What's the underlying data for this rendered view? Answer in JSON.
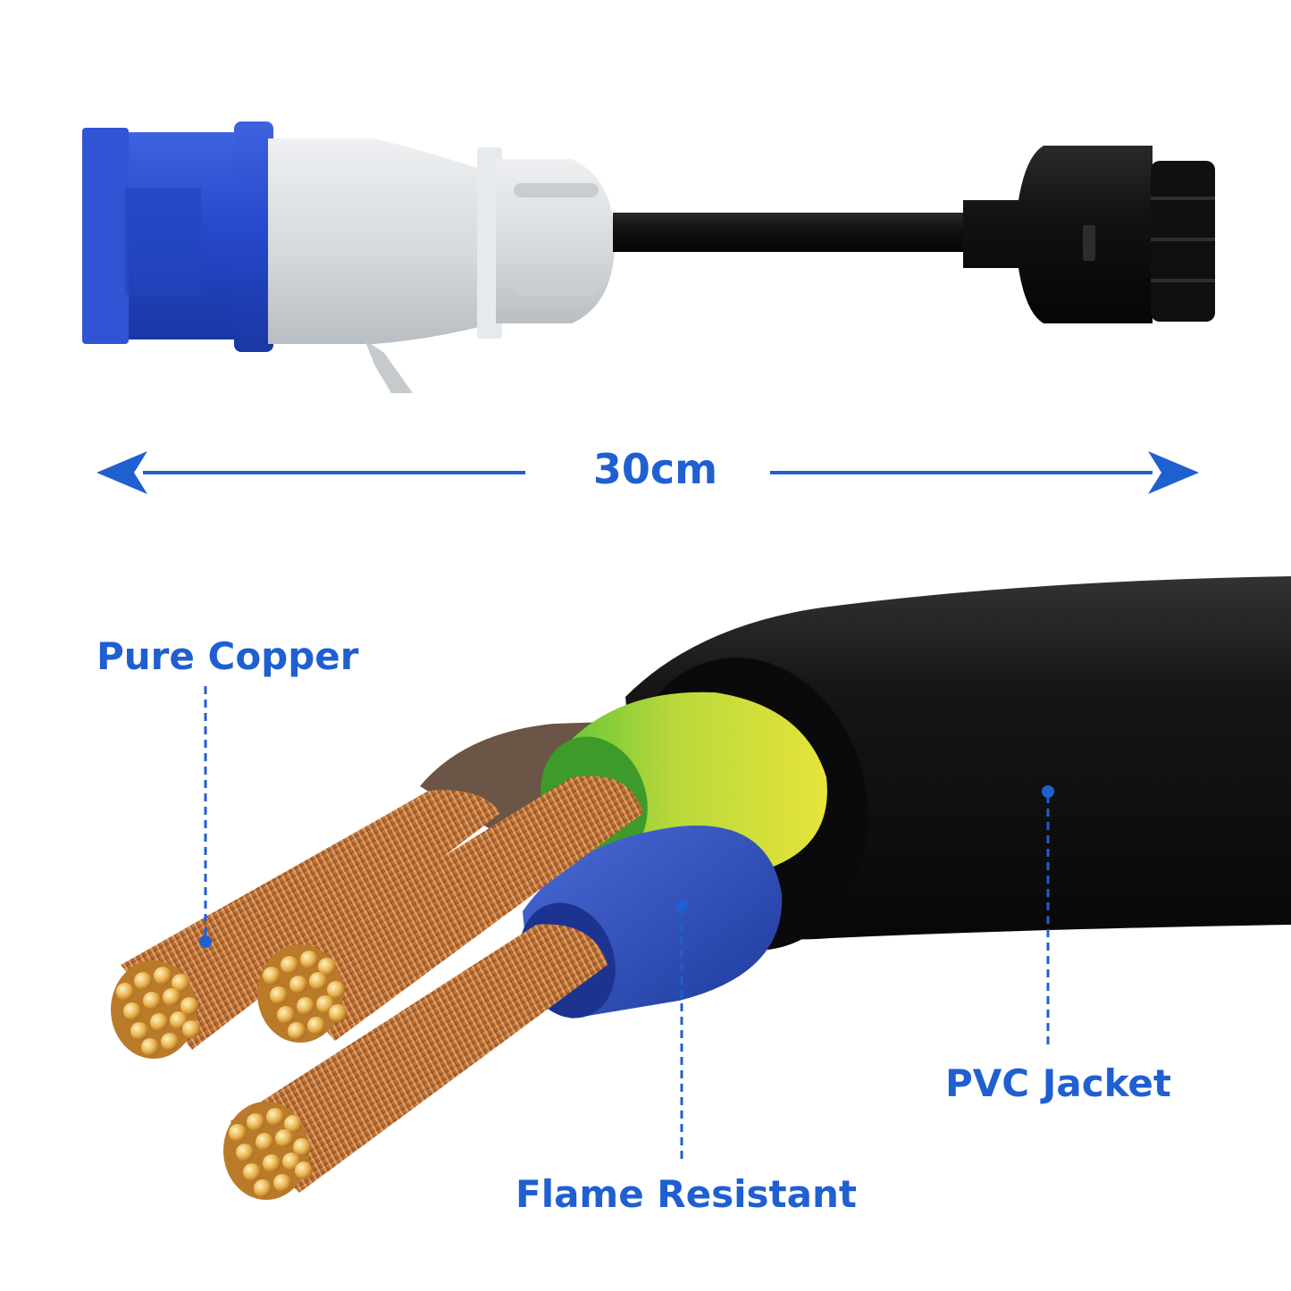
{
  "colors": {
    "accent_blue": "#1f5fd0",
    "plug_blue": "#2547c9",
    "plug_grey": "#d9dde0",
    "cable_black": "#141414",
    "copper": "#c97a3c",
    "earth_green": "#58c23a",
    "earth_yellow": "#e6e43a",
    "neutral_blue": "#2f4fb8",
    "live_brown": "#6b5546"
  },
  "icons": {
    "left_arrow": "arrow-left-icon",
    "right_arrow": "arrow-right-icon",
    "callout_dot": "callout-dot-icon"
  },
  "dimension": {
    "length_label": "30cm"
  },
  "callouts": {
    "copper_label": "Pure Copper",
    "pvc_label": "PVC Jacket",
    "flame_label": "Flame Resistant"
  }
}
